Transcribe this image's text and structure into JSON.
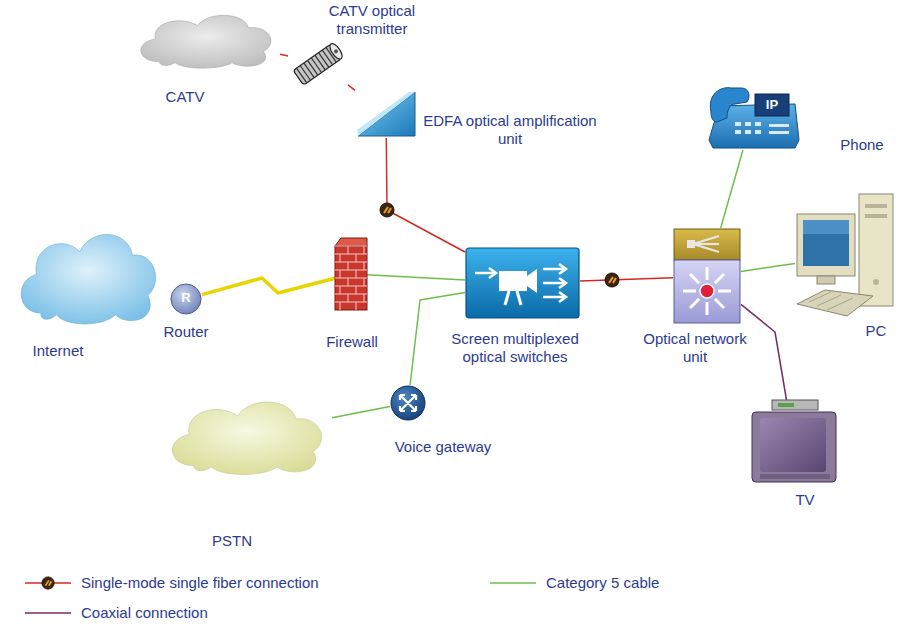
{
  "diagram": {
    "nodes": [
      {
        "text": [
          "CATV"
        ]
      },
      {
        "text": [
          "CATV optical transmitter"
        ]
      },
      {
        "text": [
          "EDFA optical amplification unit"
        ]
      },
      {
        "text": [
          "Internet"
        ]
      },
      {
        "text": [
          "R",
          "Router"
        ]
      },
      {
        "text": [
          "Firewall"
        ]
      },
      {
        "text": [
          "Screen multiplexed optical switches"
        ]
      },
      {
        "text": [
          "Optical network unit"
        ]
      },
      {
        "text": [
          "IP",
          "Phone"
        ]
      },
      {
        "text": [
          "PC"
        ]
      },
      {
        "text": [
          "TV"
        ]
      },
      {
        "text": [
          "PSTN"
        ]
      },
      {
        "text": [
          "Voice gateway"
        ]
      }
    ],
    "edges": [
      {
        "from": 0,
        "to": 1,
        "arrow": "none"
      },
      {
        "from": 1,
        "to": 2,
        "arrow": "none"
      },
      {
        "from": 2,
        "to": 6,
        "arrow": "none"
      },
      {
        "from": 4,
        "to": 5,
        "arrow": "none"
      },
      {
        "from": 5,
        "to": 6,
        "arrow": "none"
      },
      {
        "from": 11,
        "to": 12,
        "arrow": "none"
      },
      {
        "from": 12,
        "to": 6,
        "arrow": "none"
      },
      {
        "from": 6,
        "to": 7,
        "arrow": "none"
      },
      {
        "from": 7,
        "to": 8,
        "arrow": "none"
      },
      {
        "from": 7,
        "to": 9,
        "arrow": "none"
      },
      {
        "from": 7,
        "to": 10,
        "arrow": "none"
      }
    ],
    "legend": [
      {
        "text": "Single-mode single fiber connection"
      },
      {
        "text": "Category 5 cable"
      },
      {
        "text": "Coaxial connection"
      }
    ]
  }
}
